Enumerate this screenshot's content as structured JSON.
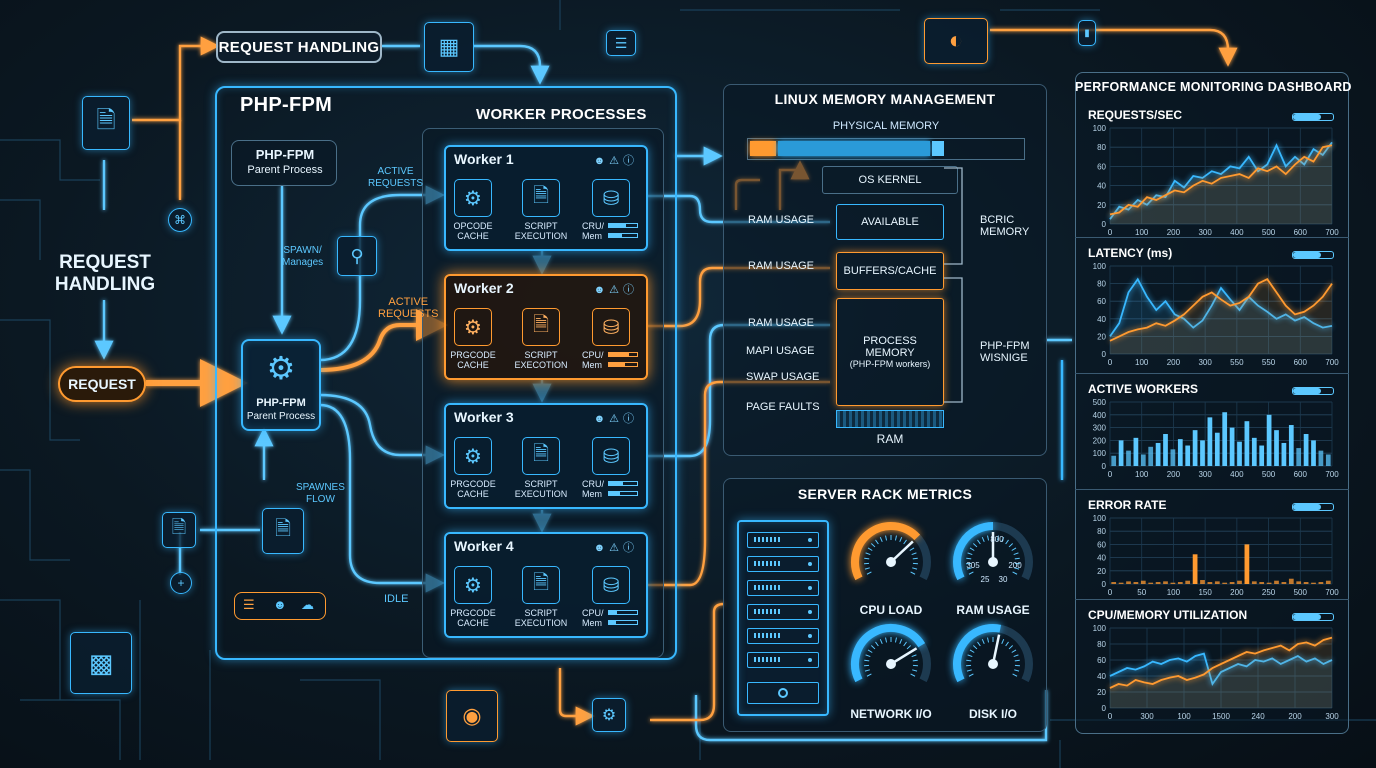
{
  "request_handling_top": "REQUEST HANDLING",
  "request_handling_side": [
    "REQUEST",
    "HANDLING"
  ],
  "request_pill": "REQUEST",
  "phpfpm": {
    "title": "PHP-FPM",
    "parent_top": [
      "PHP-FPM",
      "Parent Process"
    ],
    "parent_center": [
      "PHP-FPM",
      "Parent Process"
    ],
    "spawn_label": [
      "SPAWN/",
      "Manages"
    ],
    "spawnes_flow": [
      "SPAWNES",
      "FLOW"
    ]
  },
  "workers_panel": {
    "title": "WORKER PROCESSES",
    "active_1": [
      "ACTIVE",
      "REQUESTS"
    ],
    "active_2": [
      "ACTIVE",
      "REQUESTS"
    ],
    "idle": "IDLE",
    "workers": [
      {
        "name": "Worker 1",
        "cache": [
          "OPCODE",
          "CACHE"
        ],
        "script": [
          "SCRIPT",
          "EXECUTION"
        ],
        "mem": [
          "CRU/",
          "Mem"
        ],
        "fill": 0.6,
        "hot": false
      },
      {
        "name": "Worker 2",
        "cache": [
          "PRGCODE",
          "CACHE"
        ],
        "script": [
          "SCRIPT",
          "EXECOTION"
        ],
        "mem": [
          "CPU/",
          "Mem"
        ],
        "fill": 0.7,
        "hot": true
      },
      {
        "name": "Worker 3",
        "cache": [
          "PRGCODE",
          "CACHE"
        ],
        "script": [
          "SCRIPT",
          "EXECUTION"
        ],
        "mem": [
          "CRU/",
          "Mem"
        ],
        "fill": 0.5,
        "hot": false
      },
      {
        "name": "Worker 4",
        "cache": [
          "PRGCODE",
          "CACHE"
        ],
        "script": [
          "SCRIPT",
          "EXECUTION"
        ],
        "mem": [
          "CPU/",
          "Mem"
        ],
        "fill": 0.3,
        "hot": false
      }
    ]
  },
  "linux_memory": {
    "title": "LINUX MEMORY MANAGEMENT",
    "physical": "PHYSICAL MEMORY",
    "os_kernel": "OS KERNEL",
    "available": "AVAILABLE",
    "buffers": "BUFFERS/CACHE",
    "process_memory": [
      "PROCESS MEMORY",
      "(PHP-FPM workers)"
    ],
    "ram": "RAM",
    "bcric": [
      "BCRIC",
      "MEMORY"
    ],
    "phpfpm_wisnige": [
      "PHP-FPM",
      "WISNIGE"
    ],
    "left_labels": [
      "RAM USAGE",
      "RAM USAGE",
      "RAM USAGE",
      "MAPI USAGE",
      "SWAP USAGE",
      "PAGE FAULTS"
    ]
  },
  "server_rack": {
    "title": "SERVER RACK METRICS",
    "gauges": [
      {
        "label": "CPU LOAD",
        "value": 0.7,
        "color": "#ff9a30"
      },
      {
        "label": "RAM USAGE",
        "value": 0.5,
        "color": "#38b8ff",
        "ticks": [
          "800",
          "305",
          "200",
          "25",
          "30"
        ]
      },
      {
        "label": "NETWORK I/O",
        "value": 0.75,
        "color": "#38b8ff"
      },
      {
        "label": "DISK I/O",
        "value": 0.55,
        "color": "#38b8ff"
      }
    ]
  },
  "dashboard": {
    "title": "PERFORMANCE MONITORING DASHBOARD"
  },
  "chart_data": [
    {
      "type": "line",
      "title": "REQUESTS/SEC",
      "x": [
        "0",
        "100",
        "200",
        "300",
        "400",
        "500",
        "600",
        "700"
      ],
      "ylim": [
        0,
        100
      ],
      "yticks": [
        "100",
        "80",
        "60",
        "40",
        "20",
        "0"
      ],
      "series": [
        {
          "color": "#38b8ff",
          "values": [
            5,
            18,
            15,
            25,
            20,
            30,
            28,
            45,
            38,
            50,
            48,
            55,
            52,
            60,
            58,
            70,
            55,
            62,
            82,
            60,
            70,
            62,
            78,
            72,
            85
          ]
        },
        {
          "color": "#ff9a30",
          "values": [
            10,
            12,
            20,
            18,
            28,
            25,
            30,
            35,
            33,
            40,
            45,
            42,
            48,
            50,
            52,
            48,
            58,
            55,
            60,
            52,
            62,
            70,
            65,
            80,
            82
          ]
        }
      ]
    },
    {
      "type": "line",
      "title": "LATENCY (ms)",
      "x": [
        "0",
        "100",
        "200",
        "300",
        "550",
        "550",
        "600",
        "700"
      ],
      "ylim": [
        0,
        100
      ],
      "yticks": [
        "100",
        "80",
        "60",
        "40",
        "20",
        "0"
      ],
      "series": [
        {
          "color": "#38b8ff",
          "values": [
            20,
            35,
            70,
            85,
            65,
            50,
            60,
            45,
            40,
            30,
            38,
            55,
            75,
            62,
            50,
            65,
            55,
            48,
            40,
            45,
            38,
            42,
            35,
            30,
            32
          ]
        },
        {
          "color": "#ff9a30",
          "values": [
            15,
            20,
            25,
            28,
            30,
            35,
            32,
            38,
            45,
            55,
            65,
            70,
            62,
            55,
            58,
            65,
            80,
            85,
            70,
            55,
            45,
            48,
            55,
            65,
            80
          ]
        }
      ]
    },
    {
      "type": "bar",
      "title": "ACTIVE WORKERS",
      "x": [
        "0",
        "100",
        "200",
        "300",
        "400",
        "500",
        "600",
        "700"
      ],
      "ylim": [
        0,
        500
      ],
      "yticks": [
        "500",
        "400",
        "300",
        "200",
        "100",
        "0"
      ],
      "values": [
        80,
        200,
        120,
        220,
        90,
        150,
        180,
        250,
        130,
        210,
        160,
        280,
        200,
        380,
        260,
        420,
        300,
        190,
        350,
        220,
        160,
        400,
        280,
        180,
        320,
        140,
        250,
        200,
        120,
        90
      ],
      "highlight_color": "#5cc8ff"
    },
    {
      "type": "bar",
      "title": "ERROR RATE",
      "x": [
        "0",
        "50",
        "100",
        "150",
        "200",
        "250",
        "500",
        "700"
      ],
      "ylim": [
        0,
        100
      ],
      "yticks": [
        "100",
        "80",
        "60",
        "40",
        "20",
        "0"
      ],
      "values": [
        3,
        2,
        4,
        3,
        5,
        2,
        3,
        4,
        2,
        3,
        5,
        45,
        6,
        3,
        4,
        2,
        3,
        5,
        60,
        4,
        3,
        2,
        5,
        3,
        8,
        4,
        3,
        2,
        3,
        5
      ],
      "highlight_color": "#ff9a30"
    },
    {
      "type": "line",
      "title": "CPU/MEMORY UTILIZATION",
      "x": [
        "0",
        "300",
        "100",
        "1500",
        "240",
        "200",
        "300"
      ],
      "ylim": [
        0,
        100
      ],
      "yticks": [
        "100",
        "80",
        "60",
        "40",
        "20",
        "0"
      ],
      "series": [
        {
          "color": "#38b8ff",
          "values": [
            40,
            45,
            50,
            48,
            52,
            58,
            55,
            60,
            62,
            58,
            65,
            68,
            30,
            45,
            50,
            55,
            52,
            60,
            58,
            62,
            55,
            60,
            65,
            58,
            62,
            55,
            60
          ]
        },
        {
          "color": "#ff9a30",
          "values": [
            25,
            30,
            28,
            35,
            32,
            30,
            35,
            38,
            40,
            35,
            38,
            42,
            50,
            55,
            60,
            65,
            70,
            68,
            72,
            75,
            78,
            72,
            80,
            82,
            78,
            85,
            88
          ]
        }
      ]
    }
  ]
}
